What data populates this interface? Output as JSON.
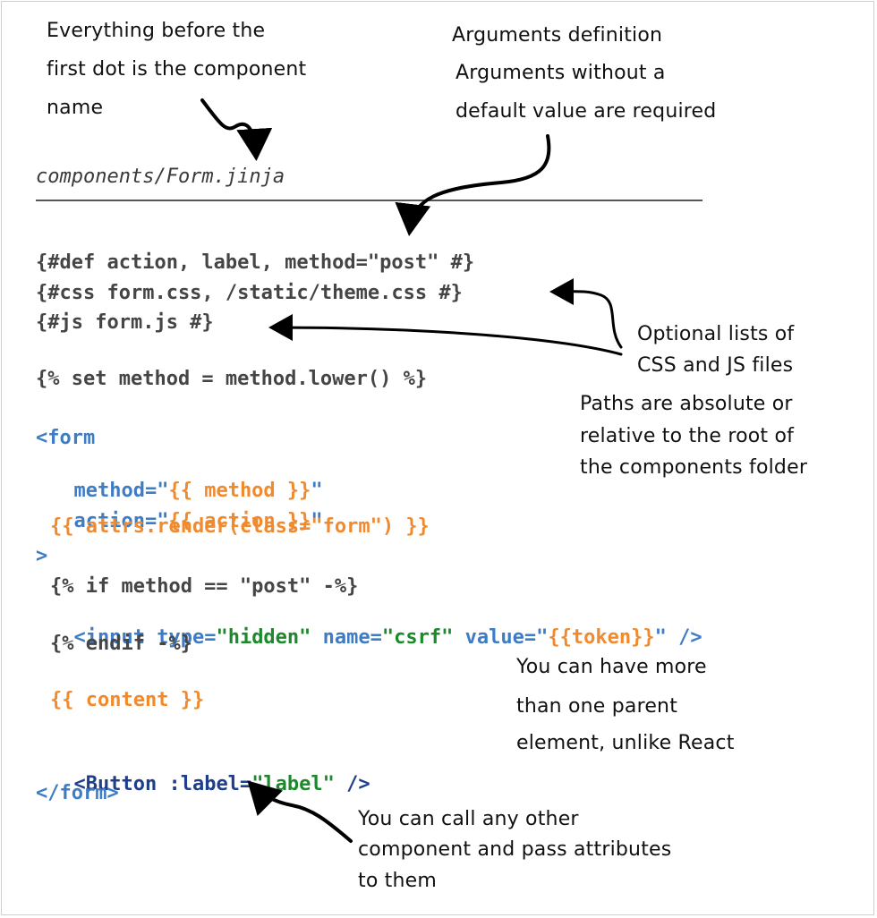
{
  "annotations": {
    "component_name": [
      "Everything before the",
      "first dot is the component",
      "name"
    ],
    "arguments": [
      "Arguments definition",
      "Arguments without a",
      "default value are required"
    ],
    "optional_lists": [
      "Optional lists of",
      "CSS and JS files"
    ],
    "paths": [
      "Paths are absolute or",
      "relative to the root of",
      "the components folder"
    ],
    "parent": [
      "You can have more",
      "than one parent",
      "element, unlike React"
    ],
    "call": [
      "You can call any other",
      "component and pass attributes",
      "to them"
    ]
  },
  "filename": "components/Form.jinja",
  "code": {
    "l_def": "{#def action, label, method=\"post\" #}",
    "l_css": "{#css form.css, /static/theme.css #}",
    "l_js": "{#js form.js #}",
    "l_set": "{% set method = method.lower() %}",
    "l_form_open": "<form",
    "l_method_attr": "method=\"",
    "l_method_expr": "{{ method }}",
    "l_method_close": "\"",
    "l_action_attr": "action=\"",
    "l_action_expr": "{{ action }}",
    "l_action_close": "\"",
    "l_attrs": "{{ attrs.render(class=\"form\") }}",
    "l_gt": ">",
    "l_if": "{% if method == \"post\" -%}",
    "l_input_tag": "<input ",
    "l_input_type": "type=",
    "l_input_type_val": "\"hidden\"",
    "l_input_name": " name=",
    "l_input_name_val": "\"csrf\"",
    "l_input_value": " value=\"",
    "l_input_value_expr": "{{token}}",
    "l_input_value_close": "\" />",
    "l_endif": "{% endif -%}",
    "l_content": "{{ content }}",
    "l_button_tag": "<Button :label=",
    "l_button_val": "\"label\"",
    "l_button_close": " />",
    "l_form_close": "</form>"
  },
  "colors": {
    "keyword": "#454545",
    "tag": "#3e7cc6",
    "expression": "#f08a2e",
    "string": "#1c8a2b",
    "component": "#1f3f8a"
  }
}
